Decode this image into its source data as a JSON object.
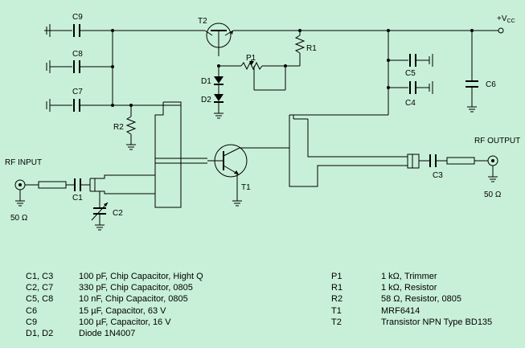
{
  "labels": {
    "c9": "C9",
    "c8": "C8",
    "c7": "C7",
    "t2": "T2",
    "r1": "R1",
    "p1": "P1",
    "d1": "D1",
    "d2": "D2",
    "r2": "R2",
    "c5": "C5",
    "c4": "C4",
    "c6": "C6",
    "t1": "T1",
    "c1": "C1",
    "c2": "C2",
    "c3": "C3",
    "vcc_plus": "+V",
    "vcc_sub": "CC",
    "rf_input": "RF INPUT",
    "rf_output": "RF OUTPUT",
    "z_in": "50 Ω",
    "z_out": "50 Ω"
  },
  "parts_left": [
    {
      "ref": "C1, C3",
      "desc": "100 pF, Chip Capacitor, Hight Q"
    },
    {
      "ref": "C2, C7",
      "desc": "330 pF, Chip Capacitor, 0805"
    },
    {
      "ref": "C5, C8",
      "desc": "10 nF, Chip Capacitor, 0805"
    },
    {
      "ref": "C6",
      "desc": "15 µF, Capacitor, 63 V"
    },
    {
      "ref": "C9",
      "desc": "100 µF, Capacitor, 16 V"
    },
    {
      "ref": "D1, D2",
      "desc": "Diode 1N4007"
    }
  ],
  "parts_right": [
    {
      "ref": "P1",
      "desc": "1 kΩ, Trimmer"
    },
    {
      "ref": "R1",
      "desc": "1 kΩ, Resistor"
    },
    {
      "ref": "R2",
      "desc": "58 Ω, Resistor, 0805"
    },
    {
      "ref": "T1",
      "desc": "MRF6414"
    },
    {
      "ref": "T2",
      "desc": "Transistor NPN Type BD135"
    }
  ]
}
